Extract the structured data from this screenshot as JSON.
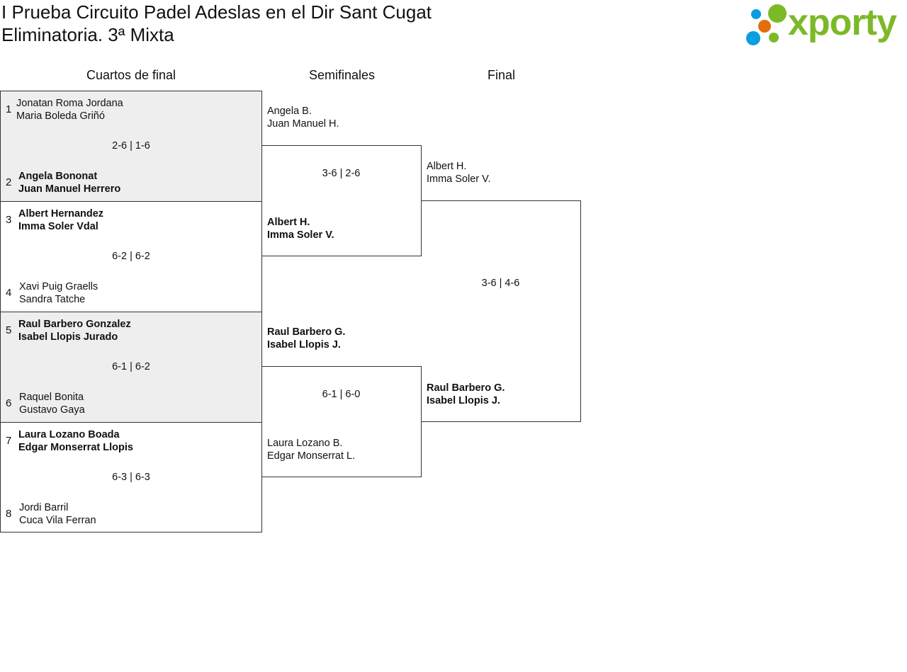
{
  "header": {
    "title_line1": "I Prueba Circuito Padel Adeslas en el Dir Sant Cugat",
    "title_line2": "Eliminatoria. 3ª Mixta",
    "logo_text": "xporty"
  },
  "rounds": [
    "Cuartos de final",
    "Semifinales",
    "Final"
  ],
  "quarters": [
    {
      "seed_a": "1",
      "a1": "Jonatan Roma Jordana",
      "a2": "Maria Boleda Griñó",
      "score": "2-6 | 1-6",
      "seed_b": "2",
      "b1": "Angela Bononat",
      "b2": "Juan Manuel Herrero"
    },
    {
      "seed_a": "3",
      "a1": "Albert Hernandez",
      "a2": "Imma Soler Vdal",
      "score": "6-2 | 6-2",
      "seed_b": "4",
      "b1": "Xavi Puig Graells",
      "b2": "Sandra Tatche"
    },
    {
      "seed_a": "5",
      "a1": "Raul Barbero Gonzalez",
      "a2": "Isabel Llopis Jurado",
      "score": "6-1 | 6-2",
      "seed_b": "6",
      "b1": "Raquel Bonita",
      "b2": "Gustavo Gaya"
    },
    {
      "seed_a": "7",
      "a1": "Laura Lozano Boada",
      "a2": "Edgar Monserrat Llopis",
      "score": "6-3 | 6-3",
      "seed_b": "8",
      "b1": "Jordi Barril",
      "b2": "Cuca Vila Ferran"
    }
  ],
  "semis": [
    {
      "a1": "Angela B.",
      "a2": "Juan Manuel H.",
      "score": "3-6 | 2-6",
      "b1": "Albert H.",
      "b2": "Imma Soler V."
    },
    {
      "a1": "Raul Barbero G.",
      "a2": "Isabel Llopis J.",
      "score": "6-1 | 6-0",
      "b1": "Laura Lozano B.",
      "b2": "Edgar Monserrat L."
    }
  ],
  "final": {
    "a1": "Albert H.",
    "a2": "Imma Soler V.",
    "score": "3-6 | 4-6",
    "b1": "Raul Barbero G.",
    "b2": "Isabel Llopis J."
  }
}
